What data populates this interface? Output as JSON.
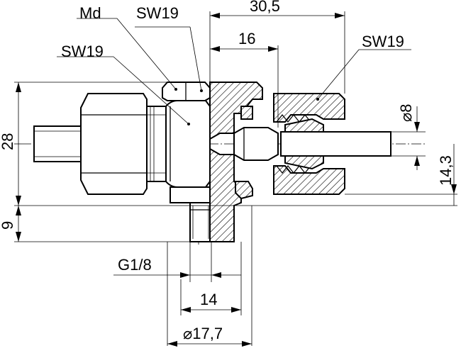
{
  "labels": {
    "md": "Md",
    "sw19_top": "SW19",
    "sw19_left": "SW19",
    "sw19_right": "SW19",
    "dim_30_5": "30,5",
    "dim_16": "16",
    "dim_28": "28",
    "dim_9": "9",
    "dim_dia_8": "⌀8",
    "dim_14_3": "14,3",
    "dim_g1_8": "G1/8",
    "dim_14": "14",
    "dim_dia_17_7": "⌀17,7"
  }
}
